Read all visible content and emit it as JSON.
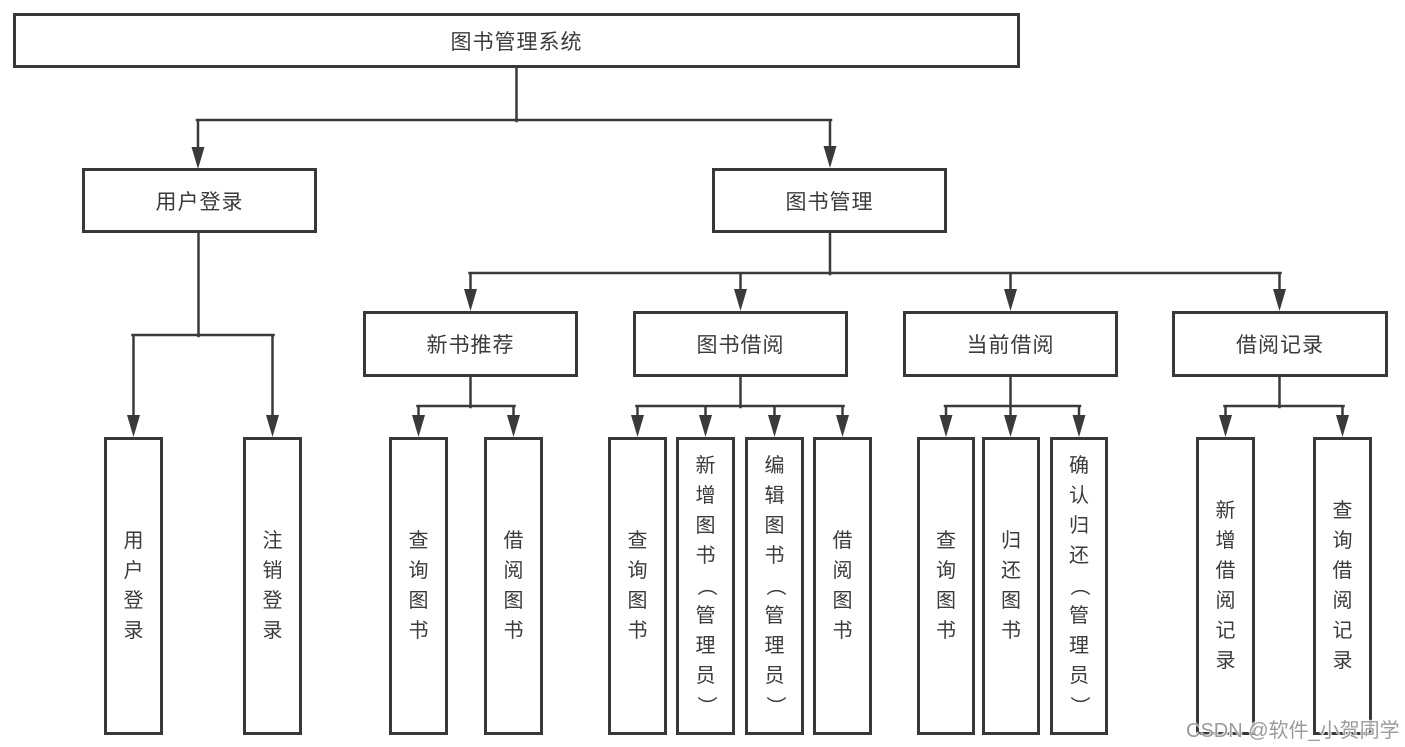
{
  "tree": {
    "root": {
      "label": "图书管理系统"
    },
    "children": [
      {
        "label": "用户登录",
        "children": [
          {
            "label": "用户登录"
          },
          {
            "label": "注销登录"
          }
        ]
      },
      {
        "label": "图书管理",
        "children": [
          {
            "label": "新书推荐",
            "children": [
              {
                "label": "查询图书"
              },
              {
                "label": "借阅图书"
              }
            ]
          },
          {
            "label": "图书借阅",
            "children": [
              {
                "label": "查询图书"
              },
              {
                "label": "新增图书（管理员）"
              },
              {
                "label": "编辑图书（管理员）"
              },
              {
                "label": "借阅图书"
              }
            ]
          },
          {
            "label": "当前借阅",
            "children": [
              {
                "label": "查询图书"
              },
              {
                "label": "归还图书"
              },
              {
                "label": "确认归还（管理员）"
              }
            ]
          },
          {
            "label": "借阅记录",
            "children": [
              {
                "label": "新增借阅记录"
              },
              {
                "label": "查询借阅记录"
              }
            ]
          }
        ]
      }
    ]
  },
  "watermark": {
    "text": "CSDN @软件_小贺同学"
  },
  "colors": {
    "line": "#3a3a3a",
    "box_border": "#383838",
    "text": "#3b3b3b",
    "watermark": "#9b9b9b",
    "background": "#ffffff"
  }
}
